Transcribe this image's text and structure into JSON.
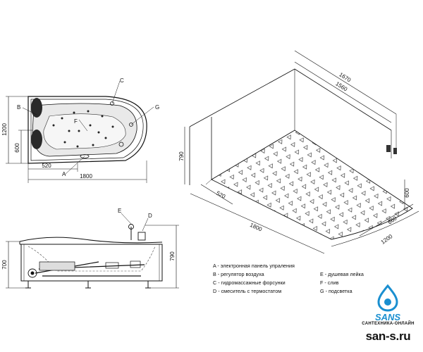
{
  "top_view": {
    "dims": {
      "height_total": "1200",
      "height_part": "600",
      "width_part": "520",
      "width_total": "1800"
    },
    "callouts": {
      "a": "A",
      "b": "B",
      "c": "C",
      "f": "F",
      "g": "G"
    }
  },
  "side_view": {
    "dims": {
      "height_left": "700",
      "height_right": "790"
    },
    "callouts": {
      "e": "E",
      "d": "D"
    }
  },
  "iso_view": {
    "dims": {
      "top_long": "1670",
      "top_inner": "1560",
      "height": "790",
      "front_short": "520",
      "front_long": "1800",
      "right_short": "600",
      "right_inner": "660",
      "right_long": "1200"
    }
  },
  "legend": {
    "a": "A - электронная панель упраления",
    "b": "B - регулятор воздуха",
    "c": "C - гидромассажные форсунки",
    "d": "D - смеситель с термостатом",
    "e": "E - душевая лейка",
    "f": "F - слив",
    "g": "G - подсветка"
  },
  "logo": {
    "brand": "SANS",
    "tagline": "САНТЕХНИКА-ОНЛАЙН",
    "url": "san-s.ru",
    "accent_color": "#1a8fd0"
  }
}
